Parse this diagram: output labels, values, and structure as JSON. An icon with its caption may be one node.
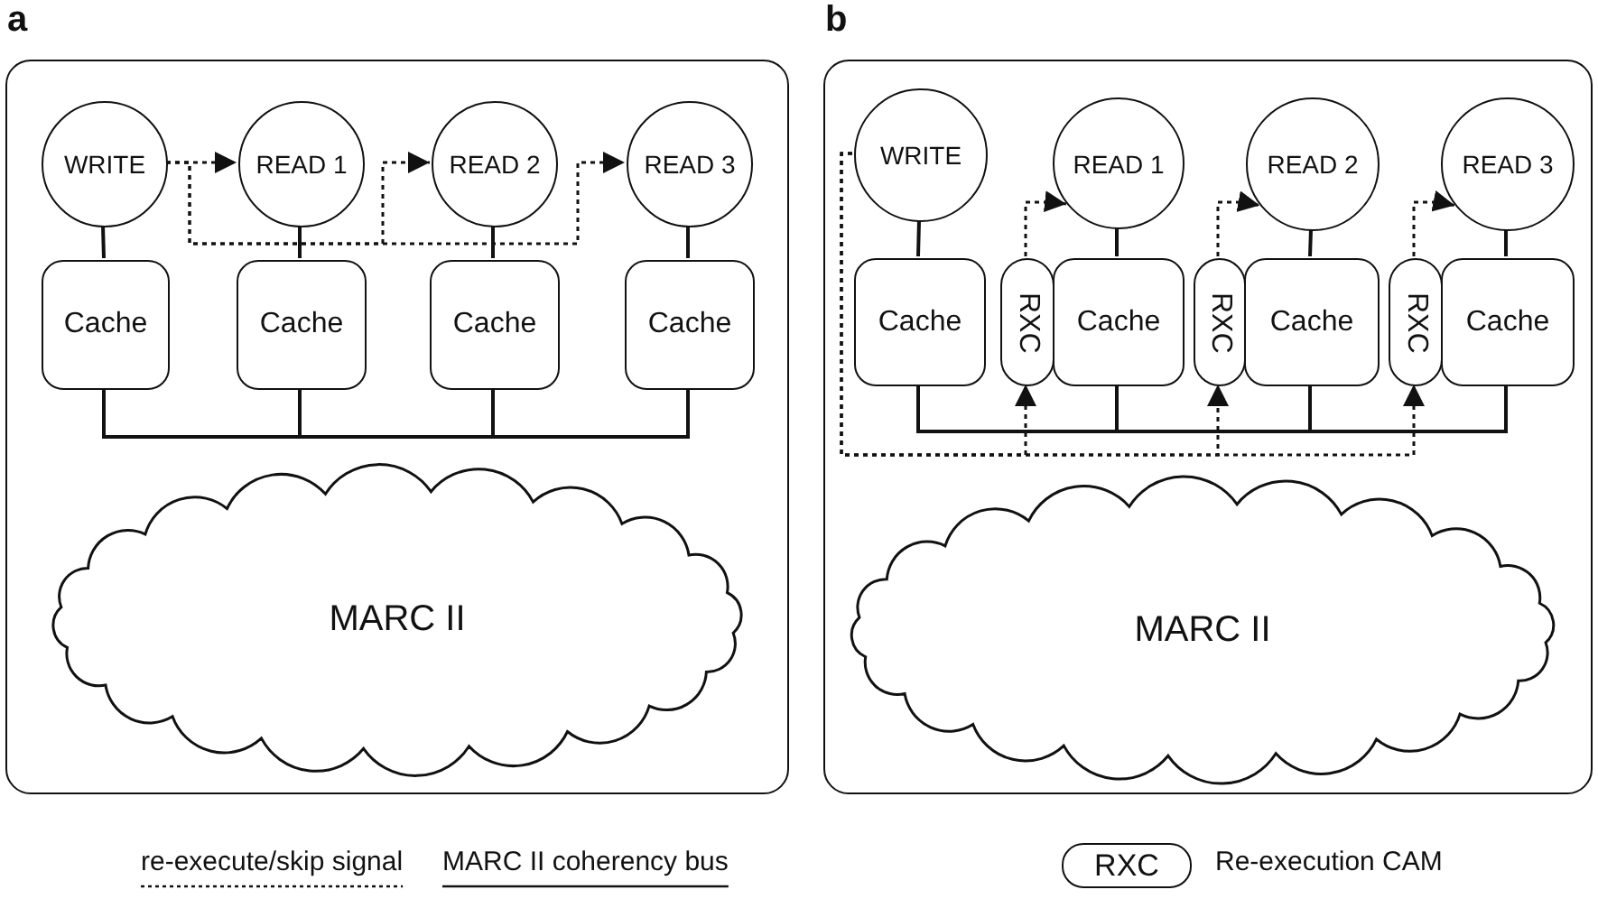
{
  "diagram": {
    "nodes": [
      {
        "text": [
          "a"
        ]
      },
      {
        "text": [
          "WRITE"
        ],
        "in": 0
      },
      {
        "text": [
          "READ 1"
        ],
        "in": 0
      },
      {
        "text": [
          "READ 2"
        ],
        "in": 0
      },
      {
        "text": [
          "READ 3"
        ],
        "in": 0
      },
      {
        "text": [
          "Cache"
        ],
        "in": 0
      },
      {
        "text": [
          "Cache"
        ],
        "in": 0
      },
      {
        "text": [
          "Cache"
        ],
        "in": 0
      },
      {
        "text": [
          "Cache"
        ],
        "in": 0
      },
      {
        "text": [
          "MARC II"
        ],
        "in": 0
      },
      {
        "text": [
          "b"
        ]
      },
      {
        "text": [
          "WRITE"
        ],
        "in": 10
      },
      {
        "text": [
          "READ 1"
        ],
        "in": 10
      },
      {
        "text": [
          "READ 2"
        ],
        "in": 10
      },
      {
        "text": [
          "READ 3"
        ],
        "in": 10
      },
      {
        "text": [
          "Cache"
        ],
        "in": 10
      },
      {
        "text": [
          "RXC"
        ],
        "in": 10
      },
      {
        "text": [
          "Cache"
        ],
        "in": 10
      },
      {
        "text": [
          "RXC"
        ],
        "in": 10
      },
      {
        "text": [
          "Cache"
        ],
        "in": 10
      },
      {
        "text": [
          "RXC"
        ],
        "in": 10
      },
      {
        "text": [
          "Cache"
        ],
        "in": 10
      },
      {
        "text": [
          "MARC II"
        ],
        "in": 10
      },
      {
        "text": [
          "RXC"
        ]
      }
    ],
    "edges": [
      {
        "from": 1,
        "to": 2,
        "arrow": "to",
        "style": "dashed"
      },
      {
        "from": 1,
        "to": 3,
        "arrow": "to",
        "style": "dashed"
      },
      {
        "from": 1,
        "to": 4,
        "arrow": "to",
        "style": "dashed"
      },
      {
        "from": 1,
        "to": 5,
        "arrow": "none"
      },
      {
        "from": 2,
        "to": 6,
        "arrow": "none"
      },
      {
        "from": 3,
        "to": 7,
        "arrow": "none"
      },
      {
        "from": 4,
        "to": 8,
        "arrow": "none"
      },
      {
        "from": 5,
        "to": 6,
        "arrow": "none"
      },
      {
        "from": 6,
        "to": 7,
        "arrow": "none"
      },
      {
        "from": 7,
        "to": 8,
        "arrow": "none"
      },
      {
        "from": 11,
        "to": 16,
        "arrow": "to",
        "style": "dashed"
      },
      {
        "from": 11,
        "to": 18,
        "arrow": "to",
        "style": "dashed"
      },
      {
        "from": 11,
        "to": 20,
        "arrow": "to",
        "style": "dashed"
      },
      {
        "from": 16,
        "to": 12,
        "arrow": "to",
        "style": "dashed"
      },
      {
        "from": 18,
        "to": 13,
        "arrow": "to",
        "style": "dashed"
      },
      {
        "from": 20,
        "to": 14,
        "arrow": "to",
        "style": "dashed"
      },
      {
        "from": 11,
        "to": 15,
        "arrow": "none"
      },
      {
        "from": 12,
        "to": 17,
        "arrow": "none"
      },
      {
        "from": 13,
        "to": 19,
        "arrow": "none"
      },
      {
        "from": 14,
        "to": 21,
        "arrow": "none"
      },
      {
        "from": 15,
        "to": 17,
        "arrow": "none"
      },
      {
        "from": 17,
        "to": 19,
        "arrow": "none"
      },
      {
        "from": 19,
        "to": 21,
        "arrow": "none"
      }
    ],
    "legend": [
      {
        "text": "re-execute/skip signal"
      },
      {
        "text": "MARC II coherency bus"
      },
      {
        "text": "Re-execution CAM"
      }
    ]
  }
}
